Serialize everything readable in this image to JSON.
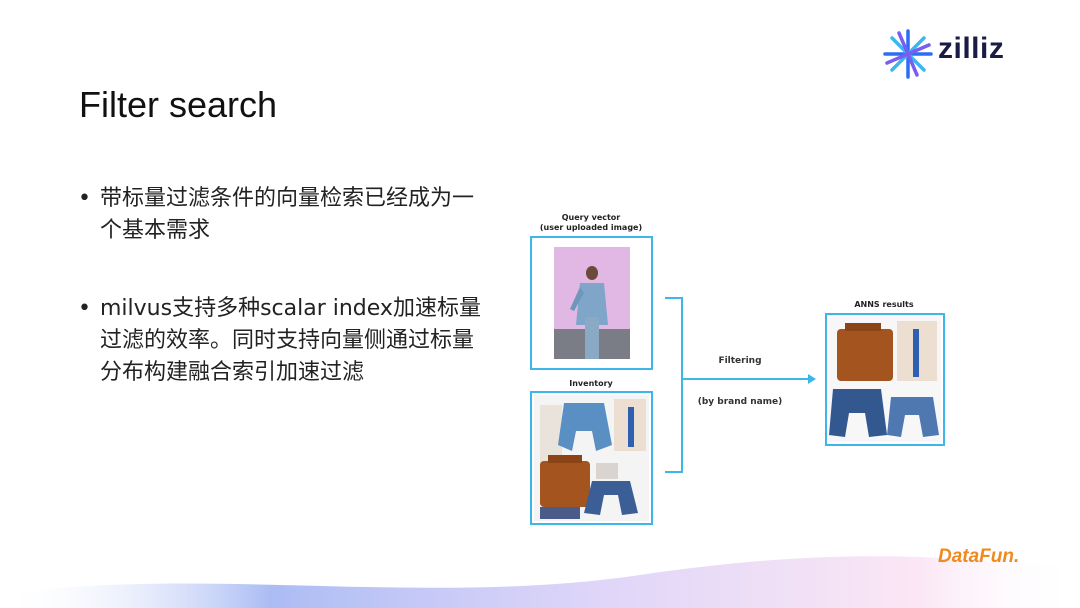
{
  "slide": {
    "title": "Filter search",
    "bullets": [
      "带标量过滤条件的向量检索已经成为一个基本需求",
      "milvus支持多种scalar index加速标量过滤的效率。同时支持向量侧通过标量分布构建融合索引加速过滤"
    ]
  },
  "logo": {
    "text": "zilliz",
    "icon": "sparkle-icon"
  },
  "diagram": {
    "query_label": [
      "Query vector",
      "(user uploaded image)"
    ],
    "inventory_label": "Inventory",
    "filter_label": "Filtering",
    "filter_sublabel": "(by brand name)",
    "results_label": "ANNS results"
  },
  "footer": {
    "brand": "DataFun."
  },
  "colors": {
    "accent_blue": "#3db6ea",
    "logo_dark": "#1b1b45",
    "footer_orange": "#f08a1e"
  }
}
